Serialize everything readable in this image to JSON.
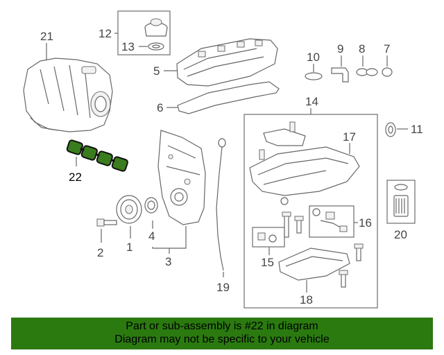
{
  "callouts": {
    "c1": "1",
    "c2": "2",
    "c3": "3",
    "c4": "4",
    "c5": "5",
    "c6": "6",
    "c7": "7",
    "c8": "8",
    "c9": "9",
    "c10": "10",
    "c11": "11",
    "c12": "12",
    "c13": "13",
    "c14": "14",
    "c15": "15",
    "c16": "16",
    "c17": "17",
    "c18": "18",
    "c19": "19",
    "c20": "20",
    "c21": "21",
    "c22": "22"
  },
  "highlight_part": "22",
  "highlight_color": "#3a7d1e",
  "banner": {
    "line1": "Part or sub-assembly is #22 in diagram",
    "line2": "Diagram may not be specific to your vehicle",
    "background": "#2b7a10"
  }
}
